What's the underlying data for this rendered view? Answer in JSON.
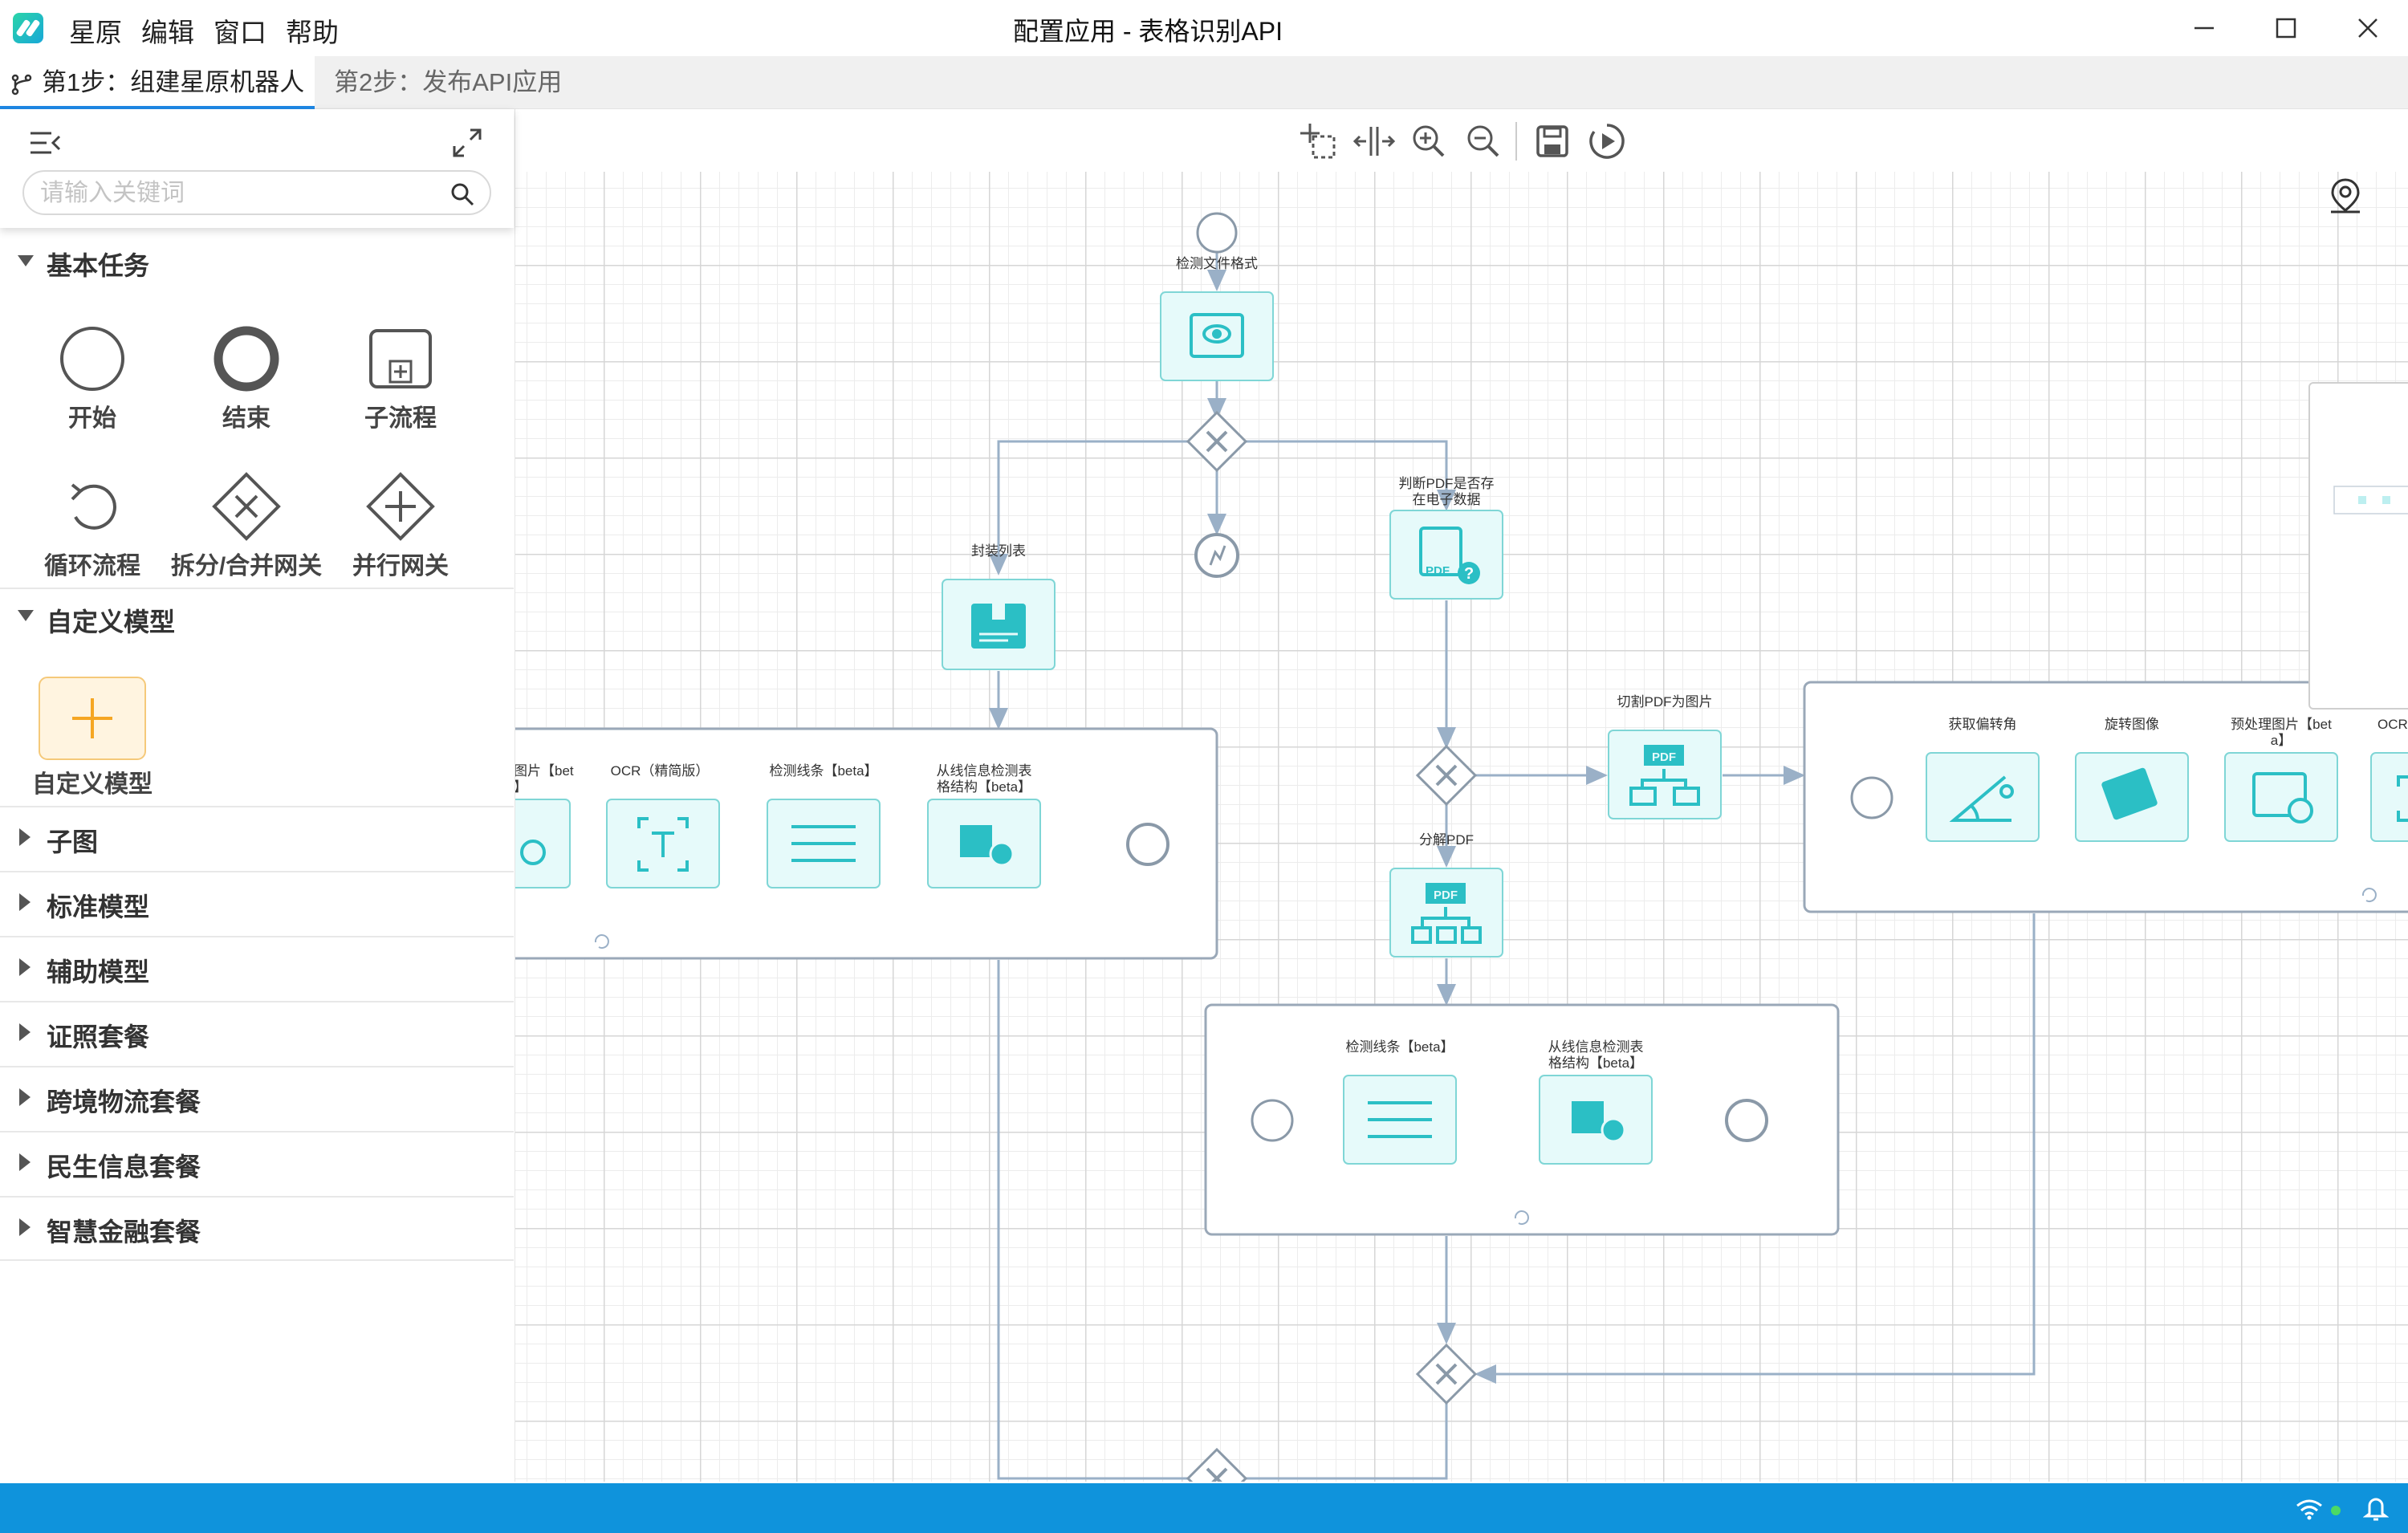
{
  "app": {
    "window_title": "配置应用 - 表格识别API",
    "menu": [
      "星原",
      "编辑",
      "窗口",
      "帮助"
    ]
  },
  "steps": {
    "tab1": "第1步：组建星原机器人",
    "tab2": "第2步：发布API应用"
  },
  "sidebar": {
    "search_placeholder": "请输入关键词",
    "categories": {
      "basic": "基本任务",
      "custom": "自定义模型",
      "subgraph": "子图",
      "standard": "标准模型",
      "auxiliary": "辅助模型",
      "license": "证照套餐",
      "logistics": "跨境物流套餐",
      "livelihood": "民生信息套餐",
      "finance": "智慧金融套餐"
    },
    "tools": {
      "start": "开始",
      "end": "结束",
      "subprocess": "子流程",
      "loop": "循环流程",
      "split_merge": "拆分/合并网关",
      "parallel": "并行网关",
      "custom_model": "自定义模型"
    }
  },
  "flow": {
    "nodes": {
      "detect_format": "检测文件格式",
      "encapsulate": "封装列表",
      "judge_pdf_1": "判断PDF是否存",
      "judge_pdf_2": "在电子数据",
      "cut_pdf": "切割PDF为图片",
      "split_pdf": "分解PDF",
      "get_angle": "获取偏转角",
      "rotate": "旋转图像",
      "preprocess_1": "预处理图片【bet",
      "preprocess_2": "a】",
      "ocr_cut": "OCR",
      "left_img_1": "图片【bet",
      "left_img_2": "】",
      "ocr_precise": "OCR（精简版）",
      "detect_lines": "检测线条【beta】",
      "table_struct_1": "从线信息检测表",
      "table_struct_2": "格结构【beta】",
      "detect_lines_2": "检测线条【beta】",
      "table_struct2_1": "从线信息检测表",
      "table_struct2_2": "格结构【beta】",
      "pdf_tag": "PDF"
    }
  },
  "colors": {
    "accent": "#1e88e5",
    "node_fill": "#e6fafa",
    "node_stroke": "#7fd6d6",
    "node_icon": "#2bbfc5",
    "status_bar": "#0f93dc",
    "minimap_viewport": "#f5a623",
    "custom_model_bg": "#fff4e0"
  },
  "icons": [
    "app-logo-icon",
    "minimize-icon",
    "maximize-icon",
    "close-icon",
    "branch-icon",
    "collapse-icon",
    "expand-icon",
    "search-icon",
    "select-icon",
    "fit-width-icon",
    "zoom-in-icon",
    "zoom-out-icon",
    "save-icon",
    "run-icon",
    "location-pin-icon",
    "wifi-icon",
    "bell-icon"
  ]
}
